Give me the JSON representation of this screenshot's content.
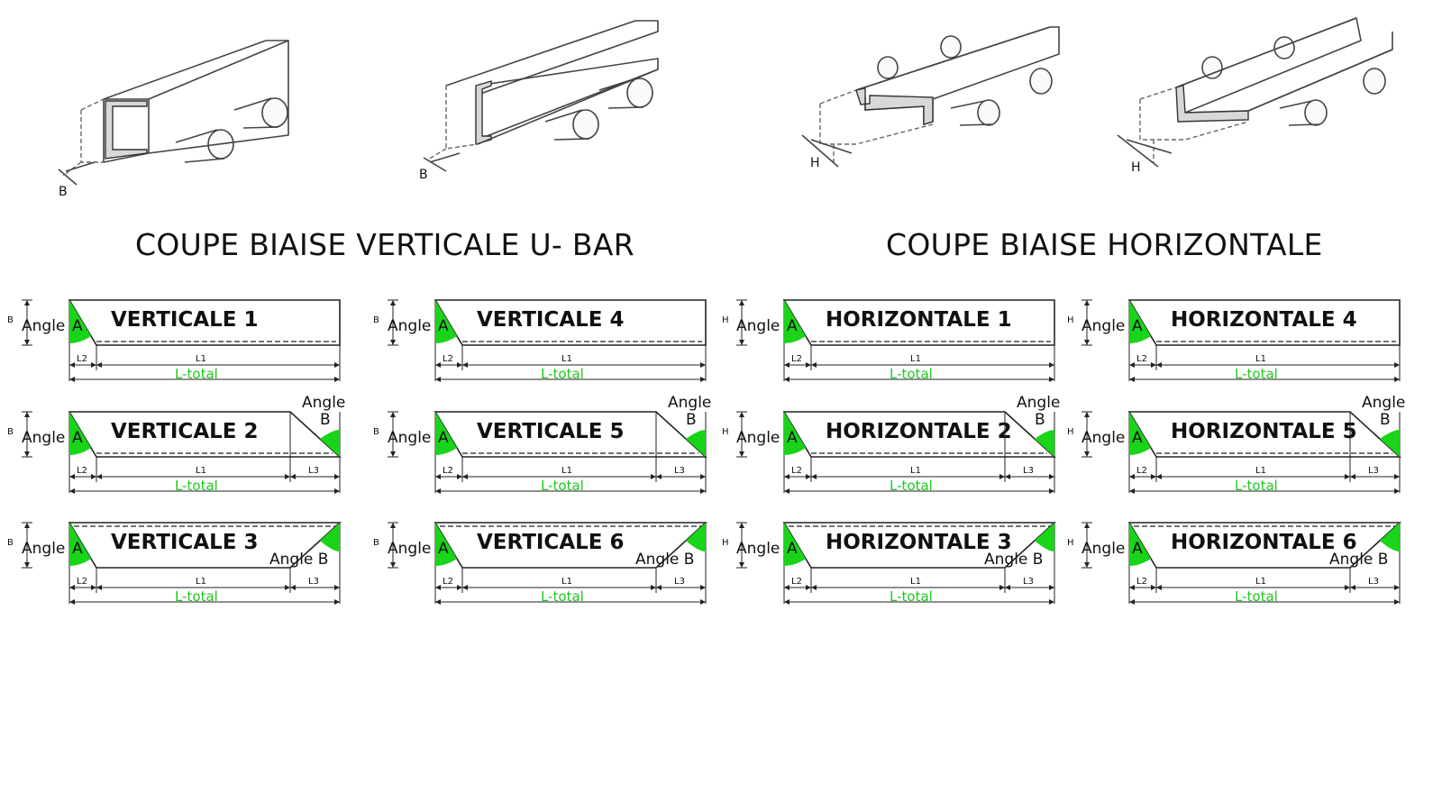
{
  "headings": {
    "vertical": "COUPE BIAISE VERTICALE U- BAR",
    "horizontal": "COUPE BIAISE HORIZONTALE"
  },
  "illustrations": [
    {
      "id": "ill-1",
      "label": "B"
    },
    {
      "id": "ill-2",
      "label": "B"
    },
    {
      "id": "ill-3",
      "label": "H"
    },
    {
      "id": "ill-4",
      "label": "H"
    }
  ],
  "common": {
    "angle_label": "Angle",
    "angle_a": "A",
    "angle_b": "B",
    "angle_b_inline": "Angle B",
    "l1": "L1",
    "l2": "L2",
    "l3": "L3",
    "l_total": "L-total"
  },
  "diagrams": [
    {
      "title": "VERTICALE 1",
      "type": 1,
      "side": "B"
    },
    {
      "title": "VERTICALE 4",
      "type": 1,
      "side": "B"
    },
    {
      "title": "HORIZONTALE 1",
      "type": 1,
      "side": "H"
    },
    {
      "title": "HORIZONTALE 4",
      "type": 1,
      "side": "H"
    },
    {
      "title": "VERTICALE 2",
      "type": 2,
      "side": "B"
    },
    {
      "title": "VERTICALE 5",
      "type": 2,
      "side": "B"
    },
    {
      "title": "HORIZONTALE 2",
      "type": 2,
      "side": "H"
    },
    {
      "title": "HORIZONTALE 5",
      "type": 2,
      "side": "H"
    },
    {
      "title": "VERTICALE 3",
      "type": 3,
      "side": "B"
    },
    {
      "title": "VERTICALE 6",
      "type": 3,
      "side": "B"
    },
    {
      "title": "HORIZONTALE 3",
      "type": 3,
      "side": "H"
    },
    {
      "title": "HORIZONTALE  6",
      "type": 3,
      "side": "H"
    }
  ],
  "colors": {
    "angle_fill": "#19d419",
    "total_text": "#1ec81e"
  }
}
